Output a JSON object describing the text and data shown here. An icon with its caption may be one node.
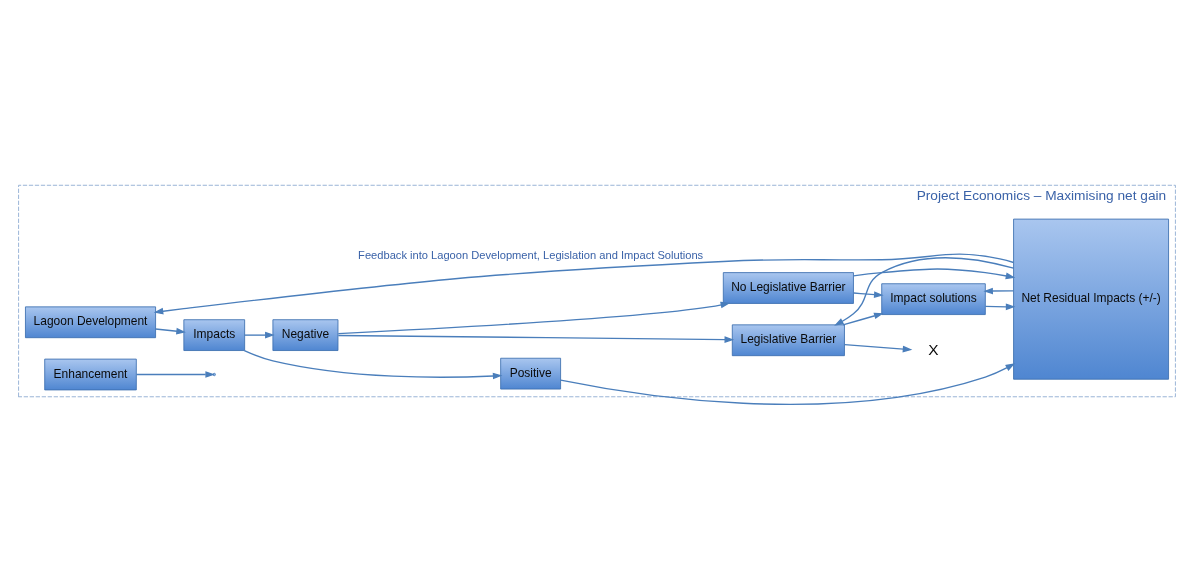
{
  "diagram": {
    "nodes": [
      {
        "text": [
          "Project Economics – Maximising net gain"
        ]
      },
      {
        "text": [
          "Lagoon Development"
        ],
        "in": 0
      },
      {
        "text": [
          "Impacts"
        ],
        "in": 0
      },
      {
        "text": [
          "Positive"
        ],
        "in": 0
      },
      {
        "text": [
          "Negative"
        ],
        "in": 0
      },
      {
        "text": [
          "Enhancement"
        ],
        "in": 0
      },
      {
        "text": [
          "No Legislative Barrier"
        ],
        "in": 0
      },
      {
        "text": [
          "Legislative Barrier"
        ],
        "in": 0
      },
      {
        "text": [
          "Impact solutions"
        ],
        "in": 0
      },
      {
        "text": [
          "Net Residual Impacts (+/-)"
        ],
        "in": 0
      },
      {
        "text": [
          "X"
        ],
        "in": 0
      }
    ],
    "edges": [
      {
        "from": 1,
        "to": 2,
        "arrow": "to"
      },
      {
        "from": 2,
        "to": 3,
        "arrow": "to"
      },
      {
        "from": 2,
        "to": 4,
        "arrow": "to"
      },
      {
        "from": 3,
        "to": 9,
        "arrow": "to"
      },
      {
        "from": 5,
        "to": null,
        "arrow": "to"
      },
      {
        "from": 4,
        "to": 6,
        "arrow": "to"
      },
      {
        "from": 4,
        "to": 7,
        "arrow": "to"
      },
      {
        "from": 6,
        "to": 9,
        "arrow": "to"
      },
      {
        "from": 6,
        "to": 8,
        "arrow": "to"
      },
      {
        "from": 7,
        "to": 8,
        "arrow": "to"
      },
      {
        "from": 7,
        "to": 10,
        "arrow": "to"
      },
      {
        "from": 8,
        "to": 9,
        "arrow": "to"
      },
      {
        "from": 9,
        "to": 1,
        "arrow": "to",
        "label": "Feedback into Lagoon Development, Legislation and Impact Solutions"
      },
      {
        "from": 9,
        "to": 7,
        "arrow": "to"
      },
      {
        "from": 9,
        "to": 8,
        "arrow": "to"
      }
    ]
  }
}
